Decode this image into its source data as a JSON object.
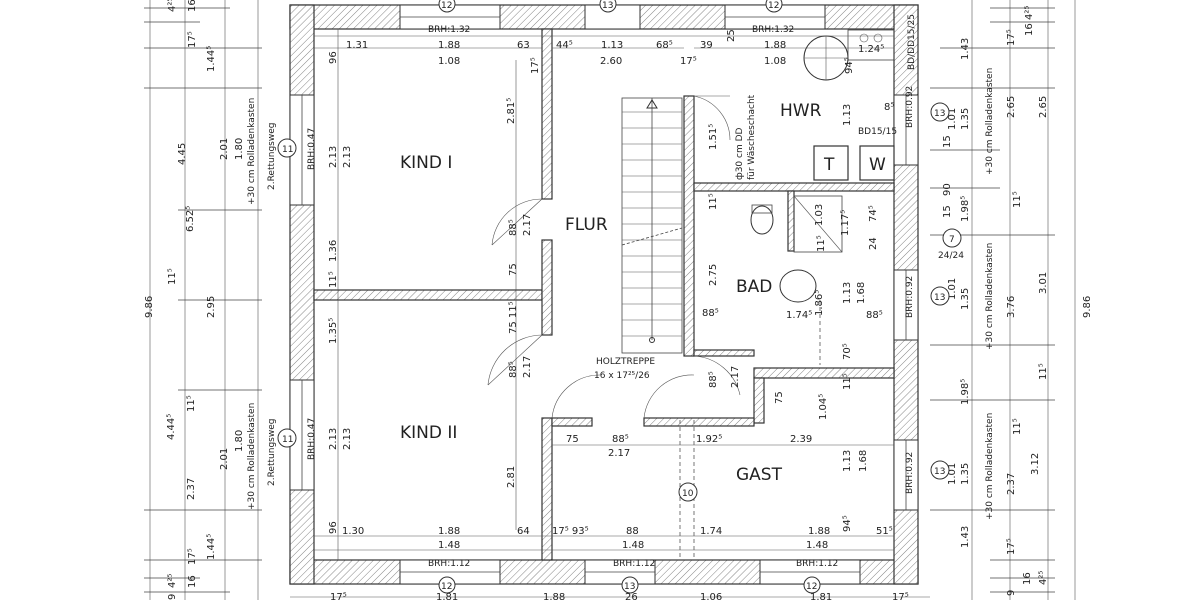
{
  "rooms": {
    "kind1": "KIND I",
    "kind2": "KIND II",
    "flur": "FLUR",
    "hwr": "HWR",
    "bad": "BAD",
    "gast": "GAST"
  },
  "stair": {
    "label": "HOLZTREPPE",
    "spec": "16 x 17²⁵/26"
  },
  "appliances": {
    "dryer": "T",
    "washer": "W"
  },
  "shaft": {
    "line1": "ф30 cm DD",
    "line2": "für Wäscheschacht"
  },
  "labels": {
    "brh_132_left": "BRH:1.32",
    "brh_132_right": "BRH:1.32",
    "brh_112_a": "BRH:1.12",
    "brh_112_b": "BRH:1.12",
    "brh_112_c": "BRH:1.12",
    "brh_047_top": "BRH:0.47",
    "brh_047_bottom": "BRH:0.47",
    "brh_092_hwr": "BRH:0.92",
    "brh_092_bad": "BRH:0.92",
    "brh_092_gast": "BRH:0.92",
    "bd": "BD15/15",
    "bd_cut": "BD/DD15/25",
    "roll_left_top": "+30 cm Rolladenkasten",
    "escape_top": "2.Rettungsweg",
    "roll_left_bottom": "+30 cm Rolladenkasten",
    "escape_bottom": "2.Rettungsweg",
    "roll_right_top": "+30 cm Rolladenkasten",
    "roll_right_mid": "+30 cm Rolladenkasten",
    "roll_right_bottom": "+30 cm Rolladenkasten",
    "vent": "24/24"
  },
  "markers": {
    "m12_top_a": "12",
    "m13_top": "13",
    "m12_top_b": "12",
    "m11_top": "11",
    "m11_bottom": "11",
    "m13_hwr": "13",
    "m7": "7",
    "m13_bad": "13",
    "m13_gast": "13",
    "m10": "10",
    "m12_bot_a": "12",
    "m13_bot": "13",
    "m12_bot_b": "12"
  },
  "dims": {
    "t1": "1.31",
    "t2": "1.88",
    "t3": "63",
    "t4": "44⁵",
    "t5": "1.13",
    "t6": "68⁵",
    "t7": "39",
    "t8": "1.88",
    "t9": "1.24⁵",
    "t10": "1.08",
    "t11": "2.60",
    "t12": "1.08",
    "b1": "1.30",
    "b2": "1.88",
    "b3": "64",
    "b4": "17⁵ 93⁵",
    "b5": "88",
    "b6": "1.74",
    "b7": "1.88",
    "b8": "51⁵",
    "b9": "1.48",
    "b10": "1.48",
    "b11": "1.48",
    "k96a": "96",
    "k96b": "96",
    "k213a": "2.13",
    "k213b": "2.13",
    "k213c": "2.13",
    "k213d": "2.13",
    "k136": "1.36",
    "k1355": "1.35⁵",
    "k115": "11⁵",
    "k281a": "2.81⁵",
    "k281b": "2.81",
    "f885a": "88⁵",
    "f217a": "2.17",
    "f75": "75",
    "f75115": "75 11⁵",
    "f885b": "88⁵",
    "f217b": "2.17",
    "f1515": "1.51⁵",
    "f885c": "88⁵",
    "f217c": "2.17",
    "f115": "11⁵",
    "f25": "25",
    "f175": "17⁵",
    "f175b": "17⁵",
    "h945": "94⁵",
    "h113": "1.13",
    "h85": "8⁵",
    "bd_103": "1.03",
    "bd_1175": "1.17⁵",
    "bd_115": "11⁵",
    "bd_745": "74⁵",
    "bd_24": "24",
    "bd_275": "2.75",
    "bd_885": "88⁵",
    "bd_1745": "1.74⁵",
    "bd_1865": "1.86⁵",
    "bd_113": "1.13",
    "bd_168": "1.68",
    "bd_885b": "88⁵",
    "bd_705": "70⁵",
    "g75": "75",
    "g885": "88⁵",
    "g217": "2.17",
    "g1925": "1.92⁵",
    "g239": "2.39",
    "g75b": "75",
    "g1045": "1.04⁵",
    "g115": "11⁵",
    "g113": "1.13",
    "g168": "1.68",
    "g945": "94⁵",
    "L1": "4²⁵",
    "L2": "16",
    "L3": "17⁵",
    "L4": "1.44⁵",
    "L5": "4.45",
    "L6": "2.01",
    "L7": "1.80",
    "L8": "6.52⁵",
    "L9": "9.86",
    "L10": "11⁵",
    "L11": "2.95",
    "L12": "11⁵",
    "L13": "4.44⁵",
    "L14": "2.01",
    "L15": "1.80",
    "L16": "2.37",
    "L17": "1.44⁵",
    "L18": "17⁵",
    "L19": "16",
    "L20": "4²⁵",
    "L21": "9",
    "R1": "4²⁵",
    "R2": "16",
    "R3": "17⁵",
    "R4": "1.43",
    "R5": "2.65",
    "R6": "2.65",
    "R7": "1.35",
    "R8": "1.01",
    "R9": "15",
    "R10": "90",
    "R11": "15",
    "R12": "1.98⁵",
    "R13": "11⁵",
    "R14": "9.86",
    "R15": "3.76",
    "R16": "3.01",
    "R17": "1.35",
    "R18": "1.01",
    "R19": "11⁵",
    "R20": "1.98⁵",
    "R21": "11⁵",
    "R22": "3.12",
    "R23": "2.37",
    "R24": "1.35",
    "R25": "1.01",
    "R26": "1.43",
    "R27": "17⁵",
    "R28": "16",
    "R29": "4²⁵",
    "R30": "9",
    "bot1": "17⁵",
    "bot2": "1.81",
    "bot3": "1.88",
    "bot4": "26",
    "bot5": "1.06",
    "bot6": "1.81",
    "bot7": "17⁵"
  }
}
